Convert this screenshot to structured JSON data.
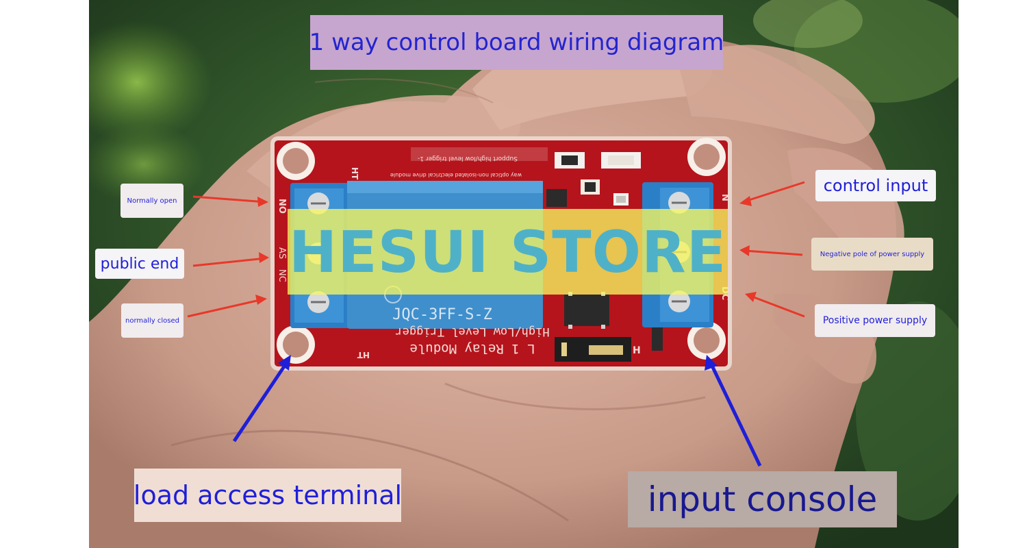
{
  "title": "1 way control board wiring diagram",
  "watermark": "HESUI STORE",
  "left_labels": {
    "normally_open": "Normally open",
    "public_end": "public end",
    "normally_closed": "normally closed"
  },
  "right_labels": {
    "control_input": "control input",
    "negative_pole": "Negative pole of power supply",
    "positive_power": "Positive power supply"
  },
  "bottom_labels": {
    "load_access": "load access terminal",
    "input_console": "input console"
  },
  "board": {
    "relay_model": "JQC-3FF-S-Z",
    "module_line1": "L 1 Relay Module",
    "module_line2": "High/Low Level Trigger",
    "top_line1": "Support high/low level trigger 1-",
    "top_line2": "way optical non-isolated electrical drive module",
    "ht_top": "HT",
    "ht_bottom": "HT",
    "no_mark": "NO",
    "com_mark": "AS",
    "nc_mark": "NC",
    "in_mark": "N",
    "dc_mark": "DC",
    "h_mark": "H"
  },
  "colors": {
    "title_bg": "#c6a6cf",
    "label_text": "#1f1fd8",
    "watermark_bg": "#f6f65f",
    "watermark_text": "#4fb1c8",
    "pcb_red": "#b5141c",
    "relay_blue": "#3f8fcc",
    "red_arrow": "#e8382a",
    "blue_arrow": "#1f1fd8"
  }
}
